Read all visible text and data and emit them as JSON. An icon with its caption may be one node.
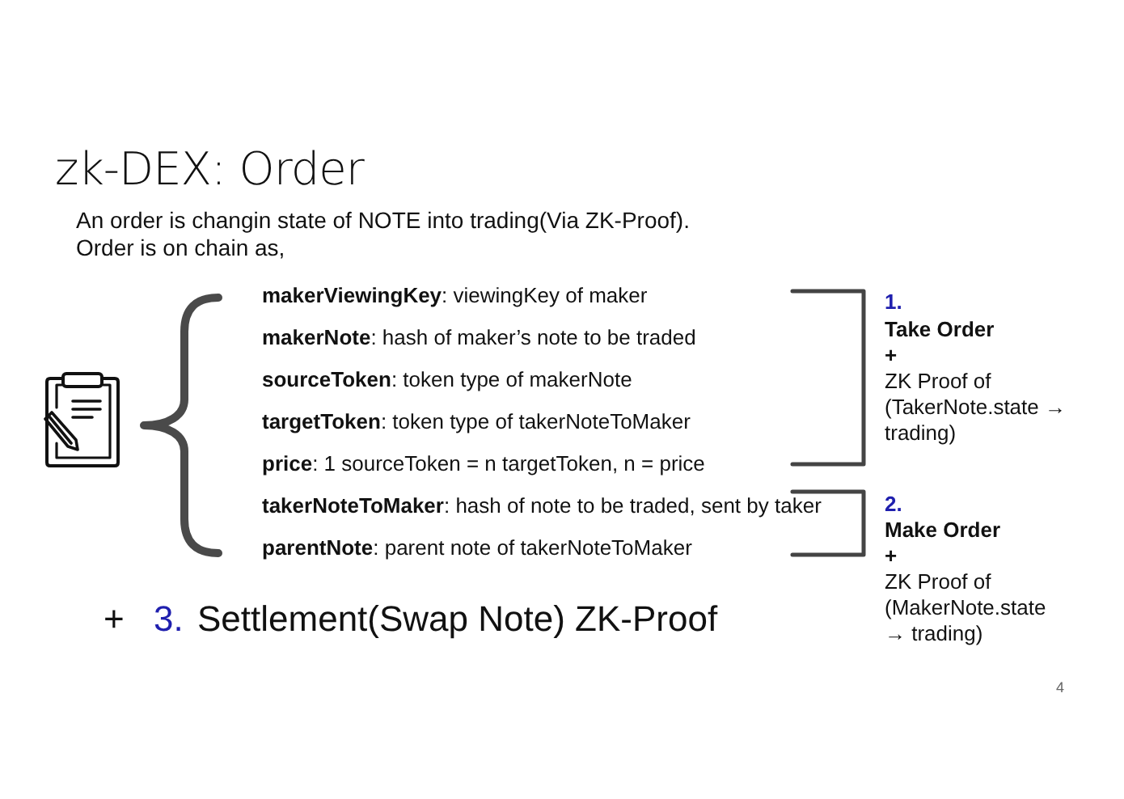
{
  "diagram": {
    "title": "zk-DEX: Order",
    "labels": [
      "An order is changin state of NOTE into trading(Via ZK-Proof).",
      "Order is on chain as,",
      "**makerViewingKey**: viewingKey of maker",
      "**makerNote**: hash of maker’s note to be traded",
      "**sourceToken**: token type of makerNote",
      "**targetToken**: token type of takerNoteToMaker",
      "**price**: 1 sourceToken = n targetToken, n = price",
      "**takerNoteToMaker**: hash of note to be traded, sent by taker",
      "**parentNote**: parent note of takerNoteToMaker",
      "1.",
      "Take Order",
      "+",
      "ZK Proof of (TakerNote.state → trading)",
      "2.",
      "Make Order",
      "+",
      "ZK Proof of (MakerNote.state → trading)",
      "+",
      "3.",
      "Settlement(Swap Note) ZK-Proof",
      "4"
    ]
  }
}
